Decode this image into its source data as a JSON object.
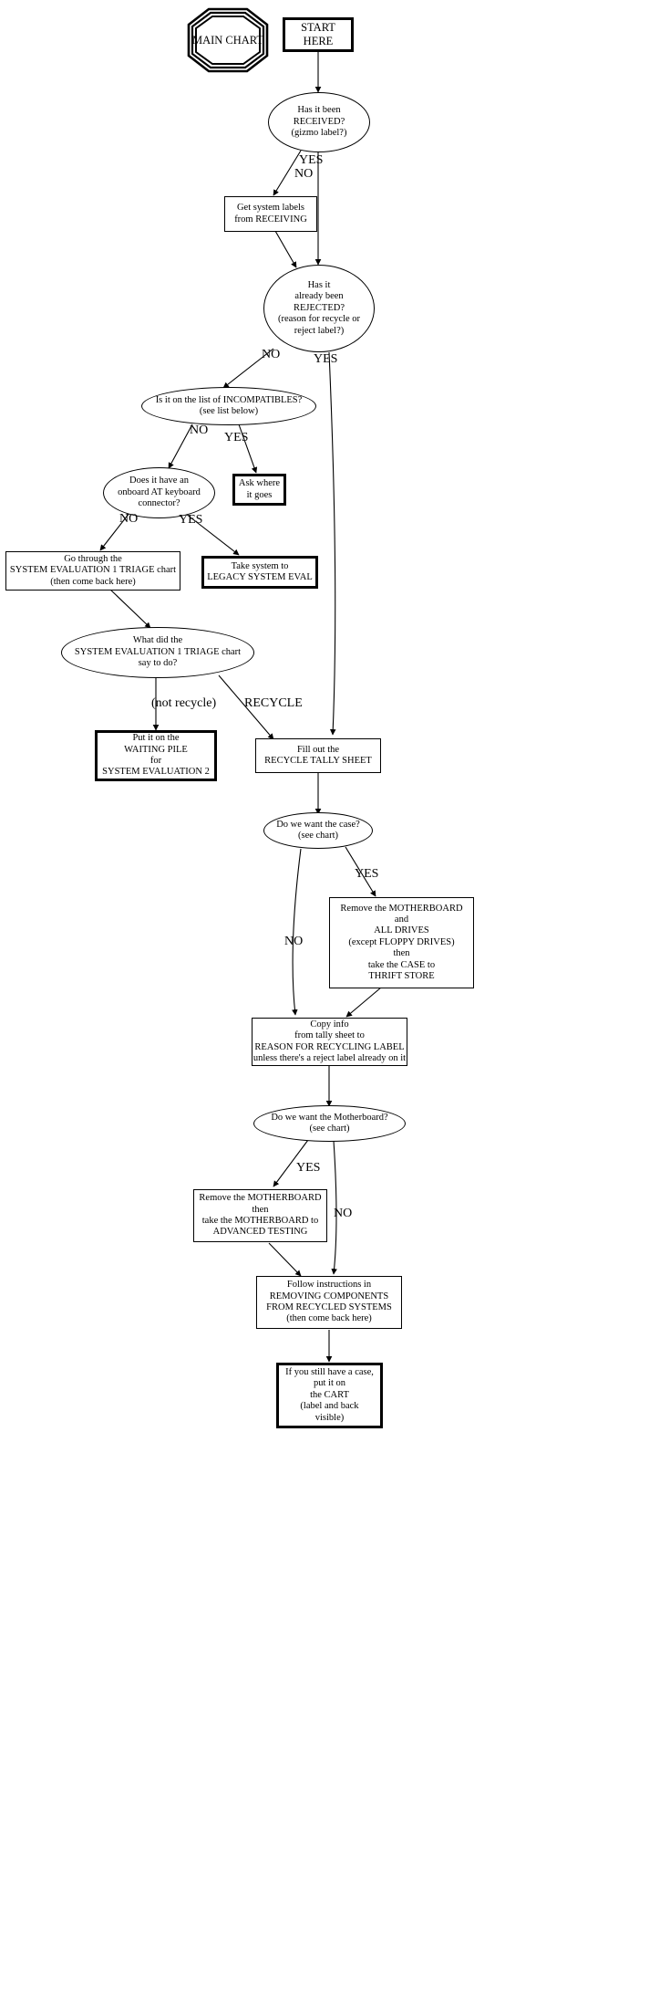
{
  "chart_data": {
    "type": "diagram",
    "title": "MAIN CHART",
    "subtype": "flowchart",
    "nodes": [
      {
        "id": "main_chart",
        "shape": "doubleoctagon",
        "label": "MAIN\nCHART"
      },
      {
        "id": "start",
        "shape": "box-bold",
        "label": "START HERE"
      },
      {
        "id": "received",
        "shape": "ellipse",
        "label": "Has it been\nRECEIVED?\n(gizmo label?)"
      },
      {
        "id": "get_labels",
        "shape": "box",
        "label": "Get system labels\nfrom RECEIVING"
      },
      {
        "id": "rejected",
        "shape": "ellipse",
        "label": "Has it\nalready been\nREJECTED?\n(reason for recycle or\nreject label?)"
      },
      {
        "id": "incompat",
        "shape": "ellipse",
        "label": "Is it on the list of INCOMPATIBLES?\n(see list below)"
      },
      {
        "id": "ask_where",
        "shape": "box-bold",
        "label": "Ask where\nit goes"
      },
      {
        "id": "at_kbd",
        "shape": "ellipse",
        "label": "Does it have an\nonboard AT keyboard\nconnector?"
      },
      {
        "id": "triage",
        "shape": "box",
        "label": "Go through the\nSYSTEM EVALUATION 1 TRIAGE chart\n(then come back here)"
      },
      {
        "id": "legacy",
        "shape": "box-bold",
        "label": "Take system to\nLEGACY SYSTEM EVAL"
      },
      {
        "id": "what_said",
        "shape": "ellipse",
        "label": "What did the\nSYSTEM EVALUATION 1 TRIAGE chart\nsay to do?"
      },
      {
        "id": "waiting_pile",
        "shape": "box-bold",
        "label": "Put it on the\nWAITING PILE\nfor\nSYSTEM EVALUATION 2"
      },
      {
        "id": "tally",
        "shape": "box",
        "label": "Fill out the\nRECYCLE TALLY SHEET"
      },
      {
        "id": "want_case",
        "shape": "ellipse",
        "label": "Do we want the case?\n(see chart)"
      },
      {
        "id": "remove_mb_case",
        "shape": "box",
        "label": "Remove the MOTHERBOARD\nand\nALL DRIVES\n(except FLOPPY DRIVES)\nthen\ntake the CASE to\nTHRIFT STORE"
      },
      {
        "id": "copy_info",
        "shape": "box",
        "label": "Copy info\nfrom tally sheet to\nREASON FOR RECYCLING LABEL\nunless there's a reject label already on it"
      },
      {
        "id": "want_mb",
        "shape": "ellipse",
        "label": "Do we want the Motherboard?\n(see chart)"
      },
      {
        "id": "remove_mb",
        "shape": "box",
        "label": "Remove the MOTHERBOARD\nthen\ntake the MOTHERBOARD to\nADVANCED TESTING"
      },
      {
        "id": "follow",
        "shape": "box",
        "label": "Follow instructions in\nREMOVING COMPONENTS\nFROM RECYCLED SYSTEMS\n(then come back here)"
      },
      {
        "id": "cart",
        "shape": "box-bold",
        "label": "If you still have a case,\nput it on\nthe CART\n(label and back\nvisible)"
      }
    ],
    "edges": [
      {
        "from": "start",
        "to": "received",
        "label": ""
      },
      {
        "from": "received",
        "to": "get_labels",
        "label": "NO"
      },
      {
        "from": "received",
        "to": "rejected",
        "label": "YES"
      },
      {
        "from": "get_labels",
        "to": "rejected",
        "label": ""
      },
      {
        "from": "rejected",
        "to": "incompat",
        "label": "NO"
      },
      {
        "from": "rejected",
        "to": "tally",
        "label": "YES"
      },
      {
        "from": "incompat",
        "to": "at_kbd",
        "label": "NO"
      },
      {
        "from": "incompat",
        "to": "ask_where",
        "label": "YES"
      },
      {
        "from": "at_kbd",
        "to": "triage",
        "label": "NO"
      },
      {
        "from": "at_kbd",
        "to": "legacy",
        "label": "YES"
      },
      {
        "from": "triage",
        "to": "what_said",
        "label": ""
      },
      {
        "from": "what_said",
        "to": "waiting_pile",
        "label": "(not recycle)"
      },
      {
        "from": "what_said",
        "to": "tally",
        "label": "RECYCLE"
      },
      {
        "from": "tally",
        "to": "want_case",
        "label": ""
      },
      {
        "from": "want_case",
        "to": "remove_mb_case",
        "label": "YES"
      },
      {
        "from": "want_case",
        "to": "copy_info",
        "label": "NO"
      },
      {
        "from": "remove_mb_case",
        "to": "copy_info",
        "label": ""
      },
      {
        "from": "copy_info",
        "to": "want_mb",
        "label": ""
      },
      {
        "from": "want_mb",
        "to": "remove_mb",
        "label": "YES"
      },
      {
        "from": "want_mb",
        "to": "follow",
        "label": "NO"
      },
      {
        "from": "remove_mb",
        "to": "follow",
        "label": ""
      },
      {
        "from": "follow",
        "to": "cart",
        "label": ""
      }
    ],
    "edge_labels": {
      "received_no": "NO",
      "received_yes": "YES",
      "rejected_no": "NO",
      "rejected_yes": "YES",
      "incompat_no": "NO",
      "incompat_yes": "YES",
      "at_kbd_no": "NO",
      "at_kbd_yes": "YES",
      "what_said_not_recycle": "(not recycle)",
      "what_said_recycle": "RECYCLE",
      "want_case_yes": "YES",
      "want_case_no": "NO",
      "want_mb_yes": "YES",
      "want_mb_no": "NO"
    },
    "colors": {
      "background": "#ffffff",
      "stroke": "#000000",
      "text": "#000000"
    }
  }
}
